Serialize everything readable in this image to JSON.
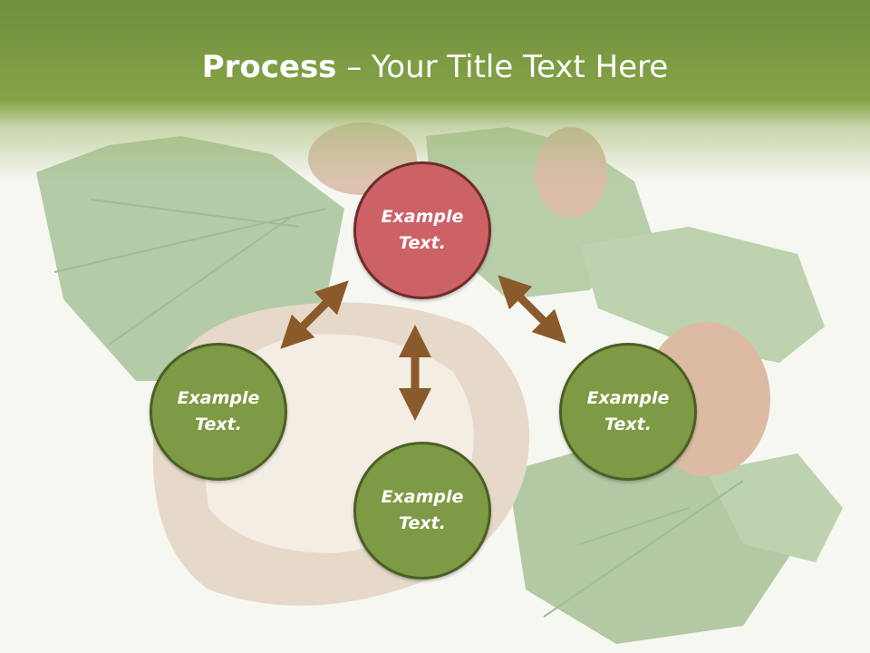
{
  "title": {
    "bold": "Process",
    "rest": " – Your Title Text Here"
  },
  "nodes": {
    "top": "Example Text.",
    "left": "Example Text.",
    "right": "Example Text.",
    "bottom": "Example Text."
  },
  "colors": {
    "header_green": "#86a347",
    "node_green": "#7e9a44",
    "node_red": "#cd6266",
    "arrow_brown": "#8b5a2b"
  },
  "background_image": "hazelnuts-with-leaves"
}
